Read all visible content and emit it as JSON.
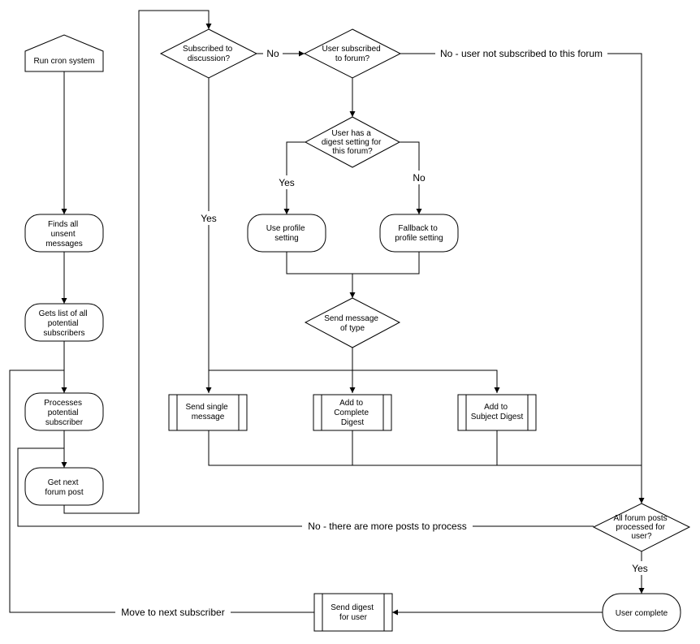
{
  "nodes": {
    "start": {
      "lines": [
        "Run cron system"
      ]
    },
    "find": {
      "lines": [
        "Finds all",
        "unsent",
        "messages"
      ]
    },
    "getlist": {
      "lines": [
        "Gets list of all",
        "potential",
        "subscribers"
      ]
    },
    "process": {
      "lines": [
        "Processes",
        "potential",
        "subscriber"
      ]
    },
    "getpost": {
      "lines": [
        "Get next",
        "forum post"
      ]
    },
    "subdisc": {
      "lines": [
        "Subscribed to",
        "discussion?"
      ]
    },
    "subforum": {
      "lines": [
        "User subscribed",
        "to forum?"
      ]
    },
    "digest": {
      "lines": [
        "User has a",
        "digest setting for",
        "this forum?"
      ]
    },
    "useprofile": {
      "lines": [
        "Use profile",
        "setting"
      ]
    },
    "fallback": {
      "lines": [
        "Fallback to",
        "profile setting"
      ]
    },
    "sendtype": {
      "lines": [
        "Send message",
        "of type"
      ]
    },
    "single": {
      "lines": [
        "Send single",
        "message"
      ]
    },
    "complete": {
      "lines": [
        "Add to",
        "Complete",
        "Digest"
      ]
    },
    "subject": {
      "lines": [
        "Add to",
        "Subject Digest"
      ]
    },
    "allposts": {
      "lines": [
        "All forum posts",
        "processed for",
        "user?"
      ]
    },
    "usercomplete": {
      "lines": [
        "User complete"
      ]
    },
    "senddigest": {
      "lines": [
        "Send digest",
        "for user"
      ]
    }
  },
  "edge_labels": {
    "no_discussion": "No",
    "no_forum": "No - user not subscribed to this forum",
    "yes_discussion": "Yes",
    "yes_digest": "Yes",
    "no_digest": "No",
    "more_posts": "No - there are more posts to process",
    "yes_allposts": "Yes",
    "next_subscriber": "Move to next subscriber"
  }
}
